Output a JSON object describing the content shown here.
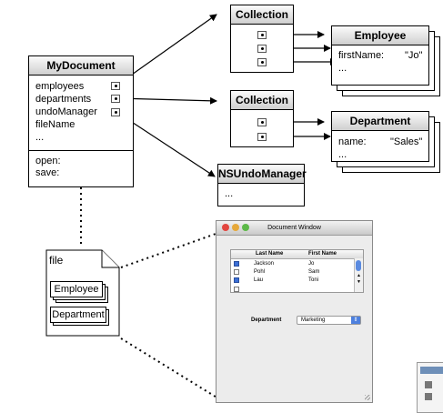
{
  "my_document": {
    "title": "MyDocument",
    "properties": [
      "employees",
      "departments",
      "undoManager",
      "fileName",
      "..."
    ],
    "methods": [
      "open:",
      "save:"
    ]
  },
  "collection_top": {
    "title": "Collection"
  },
  "collection_bottom": {
    "title": "Collection"
  },
  "employee": {
    "title": "Employee",
    "field": "firstName:",
    "value": "\"Jo\"",
    "more": "..."
  },
  "department": {
    "title": "Department",
    "field": "name:",
    "value": "\"Sales\"",
    "more": "..."
  },
  "undo_manager": {
    "title": "NSUndoManager",
    "more": "..."
  },
  "file": {
    "label": "file",
    "employee_label": "Employee",
    "department_label": "Department"
  },
  "document_window": {
    "title": "Document Window",
    "columns": [
      "Last Name",
      "First Name"
    ],
    "rows": [
      {
        "last": "Jackson",
        "first": "Jo",
        "checked": true
      },
      {
        "last": "Pohl",
        "first": "Sam",
        "checked": false
      },
      {
        "last": "Lau",
        "first": "Toni",
        "checked": true
      }
    ],
    "popup_label": "Department",
    "popup_value": "Marketing"
  }
}
